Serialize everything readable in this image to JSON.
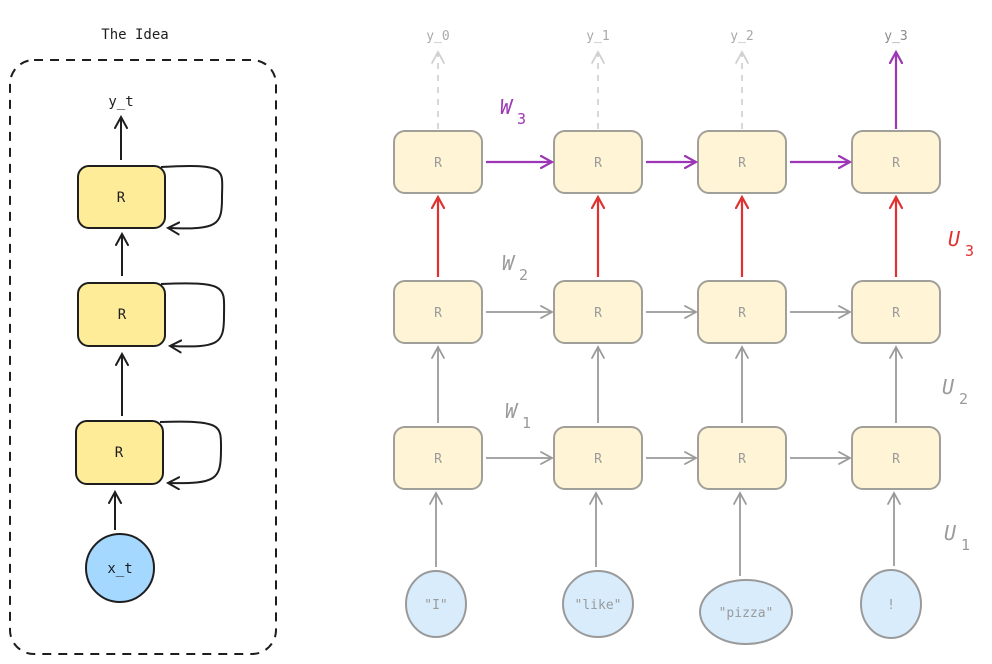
{
  "idea_panel": {
    "title": "The Idea",
    "output_label": "y_t",
    "input_label": "x_t",
    "cells": [
      {
        "label": "R"
      },
      {
        "label": "R"
      },
      {
        "label": "R"
      }
    ]
  },
  "unrolled": {
    "outputs": [
      "y_0",
      "y_1",
      "y_2",
      "y_3"
    ],
    "inputs": [
      "\"I\"",
      "\"like\"",
      "\"pizza\"",
      "!"
    ],
    "rows": [
      {
        "name": "layer-3",
        "cells": [
          "R",
          "R",
          "R",
          "R"
        ]
      },
      {
        "name": "layer-2",
        "cells": [
          "R",
          "R",
          "R",
          "R"
        ]
      },
      {
        "name": "layer-1",
        "cells": [
          "R",
          "R",
          "R",
          "R"
        ]
      }
    ],
    "weights": {
      "W3": {
        "letter": "W",
        "sub": "3"
      },
      "W2": {
        "letter": "W",
        "sub": "2"
      },
      "W1": {
        "letter": "W",
        "sub": "1"
      },
      "U3": {
        "letter": "U",
        "sub": "3"
      },
      "U2": {
        "letter": "U",
        "sub": "2"
      },
      "U1": {
        "letter": "U",
        "sub": "1"
      }
    }
  },
  "colors": {
    "active_cell_fill": "#ffec99",
    "faded_cell_fill": "#fff5d6",
    "input_fill": "#a5d8ff",
    "faded_input_fill": "#d8ecfc",
    "highlight_purple": "#9c36b5",
    "highlight_red": "#e03131",
    "stroke_dark": "#1e1e1e",
    "stroke_gray": "#9a9a9a"
  }
}
